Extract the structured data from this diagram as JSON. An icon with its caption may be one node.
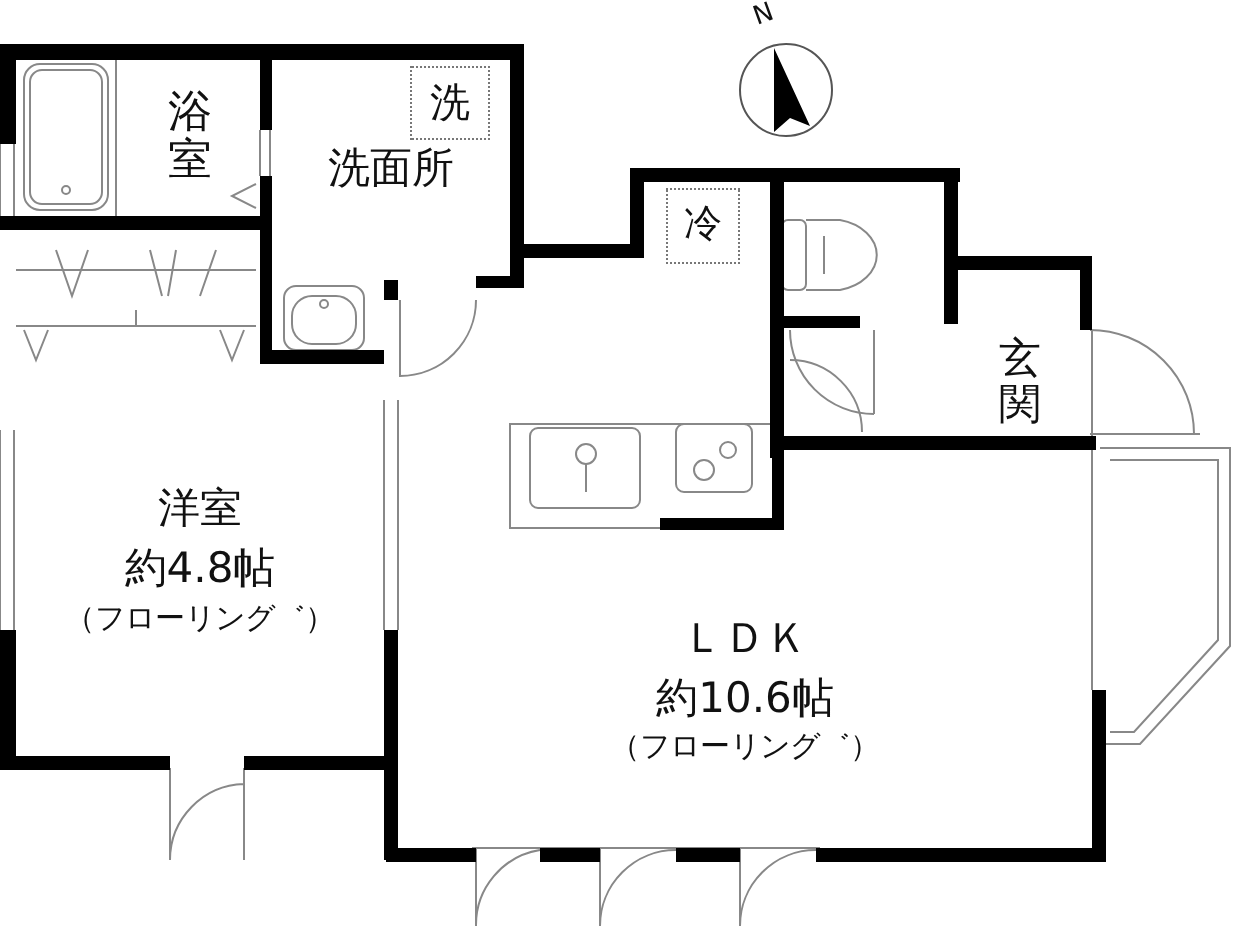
{
  "diagram": {
    "nodes": [
      {
        "text": [
          "浴室"
        ]
      },
      {
        "text": [
          "洗面所"
        ]
      },
      {
        "text": [
          "洗"
        ],
        "in": 1
      },
      {
        "text": [
          "冷"
        ]
      },
      {
        "text": [
          "玄関"
        ]
      },
      {
        "text": [
          "洋室",
          "約4.8帖",
          "（フローリング゛）"
        ]
      },
      {
        "text": [
          "ＬＤＫ",
          "約10.6帖",
          "（フローリング゛）"
        ]
      }
    ],
    "labels": [
      "N"
    ]
  }
}
